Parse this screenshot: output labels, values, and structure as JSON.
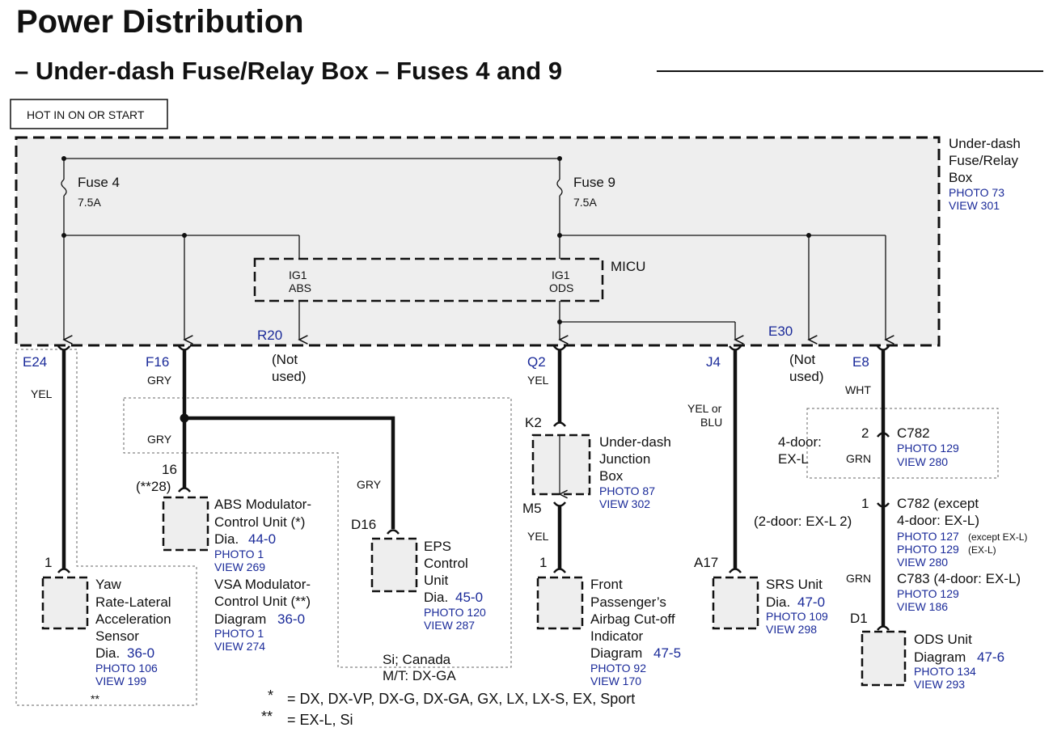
{
  "title": "Power Distribution",
  "subtitle": "– Under-dash Fuse/Relay Box – Fuses 4 and 9",
  "hot_label": "HOT IN ON OR START",
  "fusebox": {
    "name1": "Under-dash",
    "name2": "Fuse/Relay",
    "name3": "Box",
    "photo": "PHOTO 73",
    "view": "VIEW 301"
  },
  "fuse4": {
    "name": "Fuse 4",
    "rating": "7.5A"
  },
  "fuse9": {
    "name": "Fuse 9",
    "rating": "7.5A"
  },
  "micu": {
    "name": "MICU",
    "ig1": "IG1",
    "abs": "ABS",
    "ods": "ODS"
  },
  "connectors": {
    "e24": "E24",
    "f16": "F16",
    "r20": "R20",
    "q2": "Q2",
    "j4": "J4",
    "e30": "E30",
    "e8": "E8",
    "k2": "K2",
    "m5": "M5",
    "d16": "D16",
    "a17": "A17",
    "d1": "D1"
  },
  "not_used_1": "(Not",
  "not_used_2": "used)",
  "wires": {
    "yel": "YEL",
    "gry": "GRY",
    "wht": "WHT",
    "grn": "GRN",
    "yel_or": "YEL or",
    "blu": "BLU"
  },
  "pins": {
    "one": "1",
    "two": "2",
    "sixteen": "16",
    "star28": "(**28)"
  },
  "yaw": {
    "l1": "Yaw",
    "l2": "Rate-Lateral",
    "l3": "Acceleration",
    "l4": "Sensor",
    "dia": "Dia.",
    "dia_num": "36-0",
    "photo": "PHOTO 106",
    "view": "VIEW 199",
    "note": "**"
  },
  "abs": {
    "l1": "ABS Modulator-",
    "l2": "Control Unit (*)",
    "dia": "Dia.",
    "dia_num": "44-0",
    "photo": "PHOTO 1",
    "view": "VIEW 269"
  },
  "vsa": {
    "l1": "VSA Modulator-",
    "l2": "Control Unit (**)",
    "dia": "Diagram",
    "dia_num": "36-0",
    "photo": "PHOTO 1",
    "view": "VIEW 274"
  },
  "eps": {
    "l1": "EPS",
    "l2": "Control",
    "l3": "Unit",
    "dia": "Dia.",
    "dia_num": "45-0",
    "photo": "PHOTO 120",
    "view": "VIEW 287",
    "note1": "Si; Canada",
    "note2": "M/T: DX-GA"
  },
  "junction": {
    "l1": "Under-dash",
    "l2": "Junction",
    "l3": "Box",
    "photo": "PHOTO 87",
    "view": "VIEW 302"
  },
  "fpi": {
    "l1": "Front",
    "l2": "Passenger’s",
    "l3": "Airbag Cut-off",
    "l4": "Indicator",
    "dia": "Diagram",
    "dia_num": "47-5",
    "photo": "PHOTO 92",
    "view": "VIEW 170"
  },
  "srs": {
    "l1": "SRS Unit",
    "dia": "Dia.",
    "dia_num": "47-0",
    "photo": "PHOTO 109",
    "view": "VIEW 298"
  },
  "c782a": {
    "name": "C782",
    "photo": "PHOTO 129",
    "view": "VIEW 280",
    "cond1": "4-door:",
    "cond2": "EX-L"
  },
  "c782b": {
    "l1": "C782 (except",
    "l2": "4-door: EX-L)",
    "photo1": "PHOTO 127",
    "photo1_note": "(except EX-L)",
    "photo2": "PHOTO 129",
    "photo2_note": "(EX-L)",
    "view": "VIEW 280",
    "cond": "(2-door: EX-L 2)"
  },
  "c783": {
    "l1": "C783 (4-door: EX-L)",
    "photo": "PHOTO 129",
    "view": "VIEW 186"
  },
  "ods": {
    "l1": "ODS Unit",
    "dia": "Diagram",
    "dia_num": "47-6",
    "photo": "PHOTO 134",
    "view": "VIEW 293"
  },
  "legend": {
    "s1": "*",
    "t1": "= DX, DX-VP, DX-G, DX-GA, GX, LX, LX-S, EX, Sport",
    "s2": "**",
    "t2": "= EX-L, Si"
  },
  "colors": {
    "text": "#111111",
    "ref": "#1a2a99",
    "box_fill": "#eeeeee"
  }
}
